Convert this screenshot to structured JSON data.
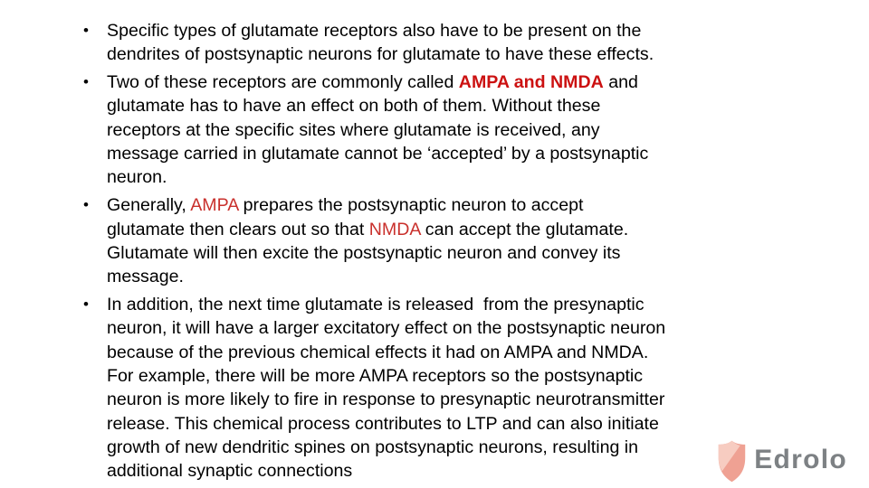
{
  "colors": {
    "bg": "#ffffff",
    "text": "#000000",
    "red": "#c9302c",
    "red_bold": "#cc1111",
    "logo_text": "#7d8184",
    "shield_base": "#efa193",
    "shield_light": "#f7ccc1"
  },
  "bullet_glyph": "•",
  "bullets": [
    {
      "lines": [
        [
          {
            "t": "Specific types of glutamate receptors also have to be present on the",
            "s": "normal"
          }
        ],
        [
          {
            "t": "dendrites of postsynaptic neurons for glutamate to have these effects.",
            "s": "normal"
          }
        ]
      ]
    },
    {
      "lines": [
        [
          {
            "t": "Two of these receptors are commonly called ",
            "s": "normal"
          },
          {
            "t": "AMPA and NMDA",
            "s": "red-bold"
          },
          {
            "t": " and",
            "s": "normal"
          }
        ],
        [
          {
            "t": "glutamate has to have an effect on both of them. Without these",
            "s": "normal"
          }
        ],
        [
          {
            "t": "receptors at the specific sites where glutamate is received, any",
            "s": "normal"
          }
        ],
        [
          {
            "t": "message carried in glutamate cannot be ‘accepted’ by a postsynaptic",
            "s": "normal"
          }
        ],
        [
          {
            "t": "neuron.",
            "s": "normal"
          }
        ]
      ]
    },
    {
      "lines": [
        [
          {
            "t": "Generally, ",
            "s": "normal"
          },
          {
            "t": "AMPA",
            "s": "red"
          },
          {
            "t": " prepares the postsynaptic neuron to accept",
            "s": "normal"
          }
        ],
        [
          {
            "t": "glutamate then clears out so that ",
            "s": "normal"
          },
          {
            "t": "NMDA",
            "s": "red"
          },
          {
            "t": " can accept the glutamate.",
            "s": "normal"
          }
        ],
        [
          {
            "t": "Glutamate will then excite the postsynaptic neuron and convey its",
            "s": "normal"
          }
        ],
        [
          {
            "t": "message.",
            "s": "normal"
          }
        ]
      ]
    },
    {
      "lines": [
        [
          {
            "t": "In addition, the next time glutamate is released  from the presynaptic",
            "s": "normal"
          }
        ],
        [
          {
            "t": "neuron, it will have a larger excitatory effect on the postsynaptic neuron",
            "s": "normal"
          }
        ],
        [
          {
            "t": "because of the previous chemical effects it had on AMPA and NMDA.",
            "s": "normal"
          }
        ],
        [
          {
            "t": "For example, there will be more AMPA receptors so the postsynaptic",
            "s": "normal"
          }
        ],
        [
          {
            "t": "neuron is more likely to fire in response to presynaptic neurotransmitter",
            "s": "normal"
          }
        ],
        [
          {
            "t": "release. This chemical process contributes to LTP and can also initiate",
            "s": "normal"
          }
        ],
        [
          {
            "t": "growth of new dendritic spines on postsynaptic neurons, resulting in",
            "s": "normal"
          }
        ],
        [
          {
            "t": "additional synaptic connections",
            "s": "normal"
          }
        ]
      ]
    }
  ],
  "logo": {
    "text": "Edrolo"
  }
}
